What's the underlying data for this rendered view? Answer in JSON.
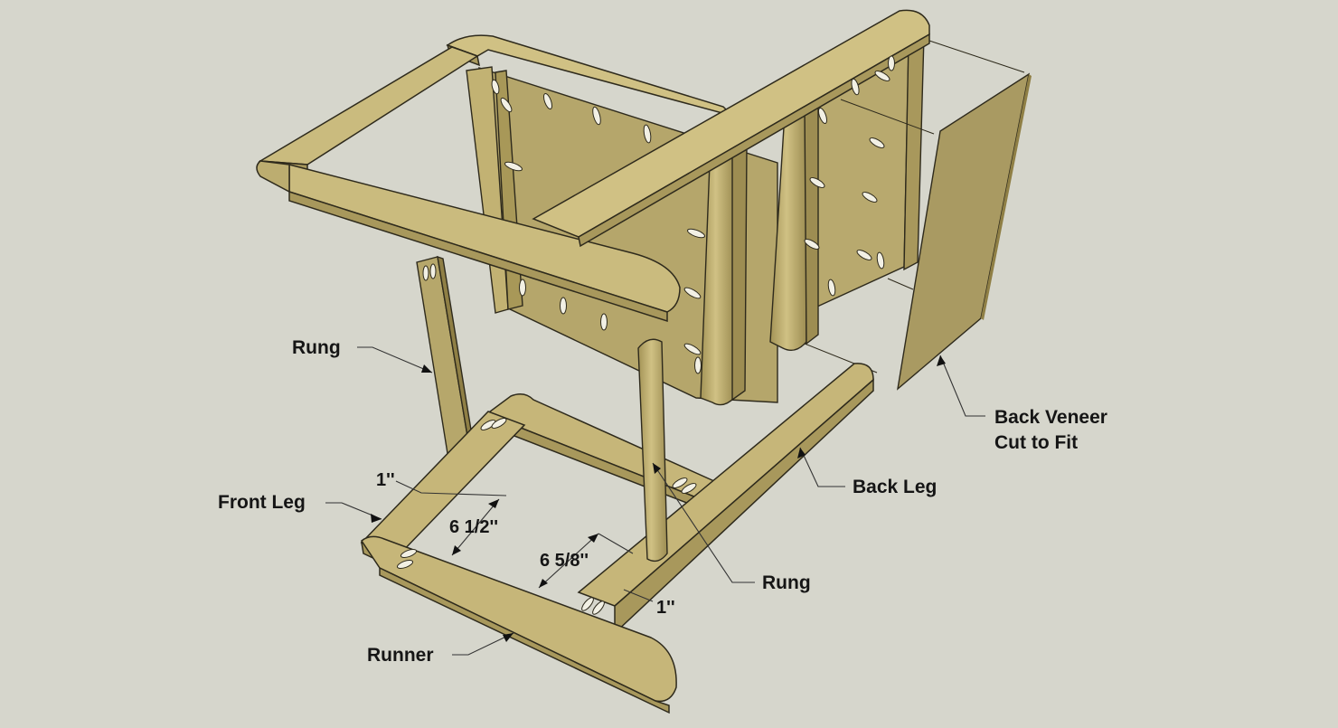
{
  "labels": {
    "rung_left": "Rung",
    "rung_right": "Rung",
    "front_leg": "Front Leg",
    "back_leg": "Back Leg",
    "runner": "Runner",
    "back_veneer_line1": "Back Veneer",
    "back_veneer_line2": "Cut to Fit"
  },
  "dimensions": {
    "front_rail_width": "1''",
    "back_rail_width": "1''",
    "front_gap": "6 1/2''",
    "back_gap": "6 5/8''"
  },
  "colors": {
    "background": "#d6d6cc",
    "wood_top": "#c6b679",
    "wood_side": "#a8985c",
    "wood_dark": "#8f7f45",
    "wood_light": "#d4c68c",
    "veneer": "#a99a62",
    "outline": "#2e2a1c",
    "leader": "#333333"
  }
}
